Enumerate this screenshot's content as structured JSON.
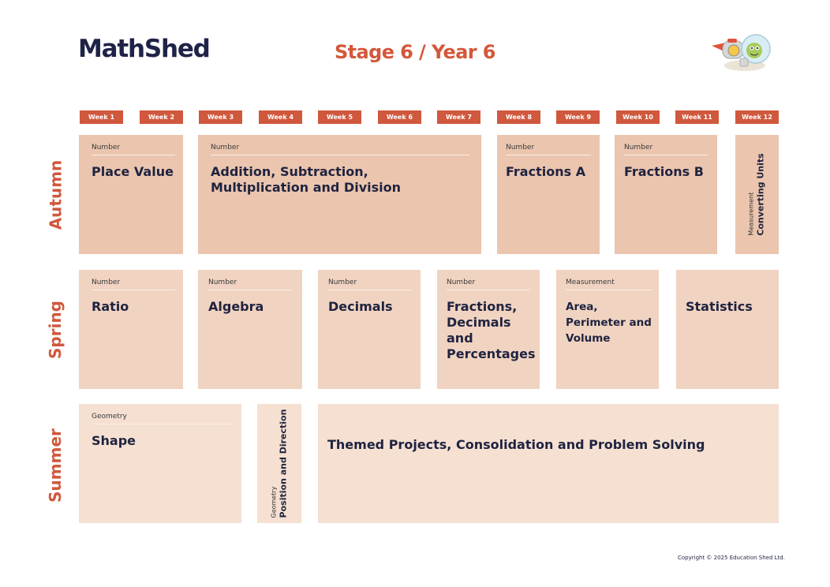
{
  "header": {
    "logo": "MathShed",
    "title": "Stage 6 / Year 6"
  },
  "weeks": [
    "Week 1",
    "Week 2",
    "Week 3",
    "Week 4",
    "Week 5",
    "Week 6",
    "Week 7",
    "Week 8",
    "Week 9",
    "Week 10",
    "Week 11",
    "Week 12"
  ],
  "terms": {
    "autumn": "Autumn",
    "spring": "Spring",
    "summer": "Summer"
  },
  "autumn": {
    "place_value": {
      "category": "Number",
      "title": "Place Value"
    },
    "asmd": {
      "category": "Number",
      "title": "Addition, Subtraction, Multiplication and Division"
    },
    "fractions_a": {
      "category": "Number",
      "title": "Fractions A"
    },
    "fractions_b": {
      "category": "Number",
      "title": "Fractions B"
    },
    "converting_units": {
      "category": "Measurement",
      "title": "Converting Units"
    }
  },
  "spring": {
    "ratio": {
      "category": "Number",
      "title": "Ratio"
    },
    "algebra": {
      "category": "Number",
      "title": "Algebra"
    },
    "decimals": {
      "category": "Number",
      "title": "Decimals"
    },
    "fdp": {
      "category": "Number",
      "title": "Fractions, Decimals and Percentages"
    },
    "area": {
      "category": "Measurement",
      "title": "Area, Perimeter and Volume"
    },
    "statistics": {
      "title": "Statistics"
    }
  },
  "summer": {
    "shape": {
      "category": "Geometry",
      "title": "Shape"
    },
    "position": {
      "category": "Geometry",
      "title": "Position and Direction"
    },
    "themed": {
      "title": "Themed Projects, Consolidation and Problem Solving"
    }
  },
  "colors": {
    "accent": "#d0583d",
    "autumn_block": "#ebc5ae",
    "spring_block": "#f0d3c1",
    "summer_block": "#f5e0d2",
    "text_dark": "#1f2340"
  },
  "footer": {
    "copyright": "Copyright © 2025 Education Shed Ltd."
  }
}
